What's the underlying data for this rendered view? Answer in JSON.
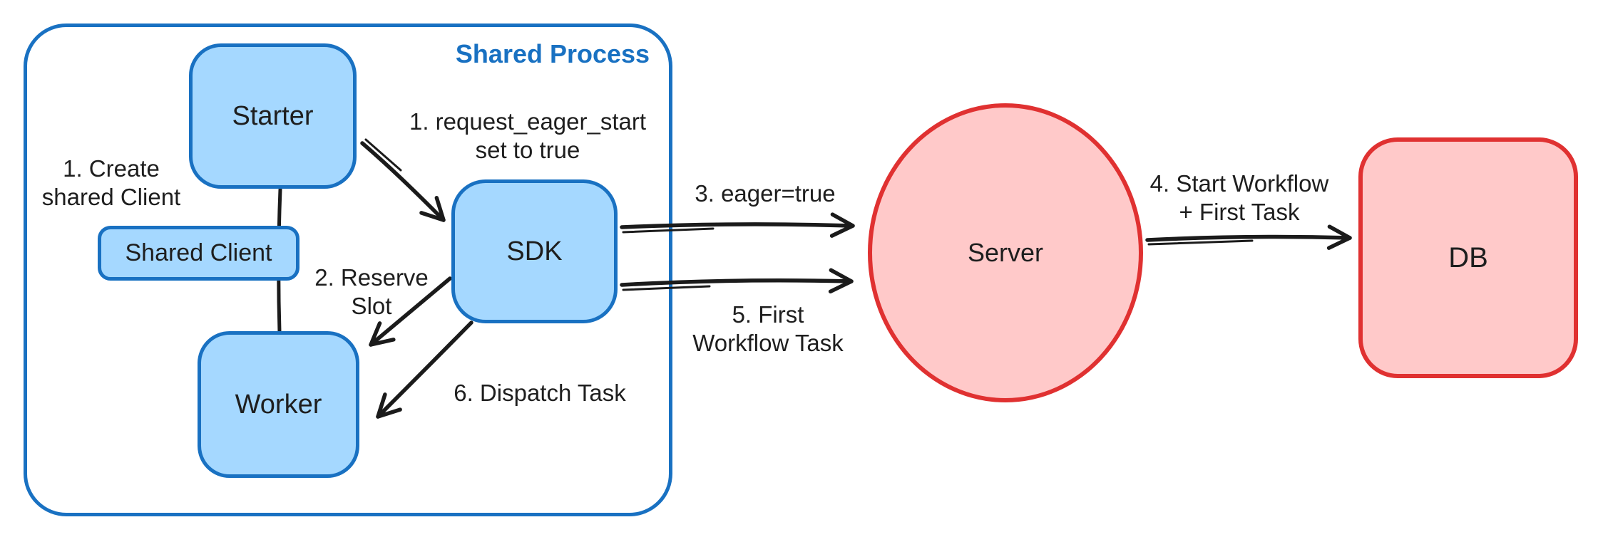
{
  "diagram": {
    "group_label": "Shared Process",
    "colors": {
      "blue_stroke": "#1971c2",
      "blue_fill": "#a5d8ff",
      "red_stroke": "#e03131",
      "red_fill": "#ffc9c9",
      "ink": "#1e1e1e",
      "label_blue": "#1971c2",
      "bg": "#ffffff"
    },
    "nodes": {
      "starter": {
        "label": "Starter"
      },
      "shared_client": {
        "label": "Shared Client"
      },
      "worker": {
        "label": "Worker"
      },
      "sdk": {
        "label": "SDK"
      },
      "server": {
        "label": "Server"
      },
      "db": {
        "label": "DB"
      }
    },
    "annotations": {
      "create_shared_client": {
        "line1": "1. Create",
        "line2": "shared Client"
      },
      "request_eager_start": {
        "line1": "1. request_eager_start",
        "line2": "set to true"
      },
      "reserve_slot": {
        "line1": "2. Reserve",
        "line2": "Slot"
      },
      "eager_true": {
        "text": "3. eager=true"
      },
      "start_workflow": {
        "line1": "4. Start Workflow",
        "line2": "+ First Task"
      },
      "first_workflow_task": {
        "line1": "5. First",
        "line2": "Workflow Task"
      },
      "dispatch_task": {
        "text": "6. Dispatch Task"
      }
    }
  }
}
